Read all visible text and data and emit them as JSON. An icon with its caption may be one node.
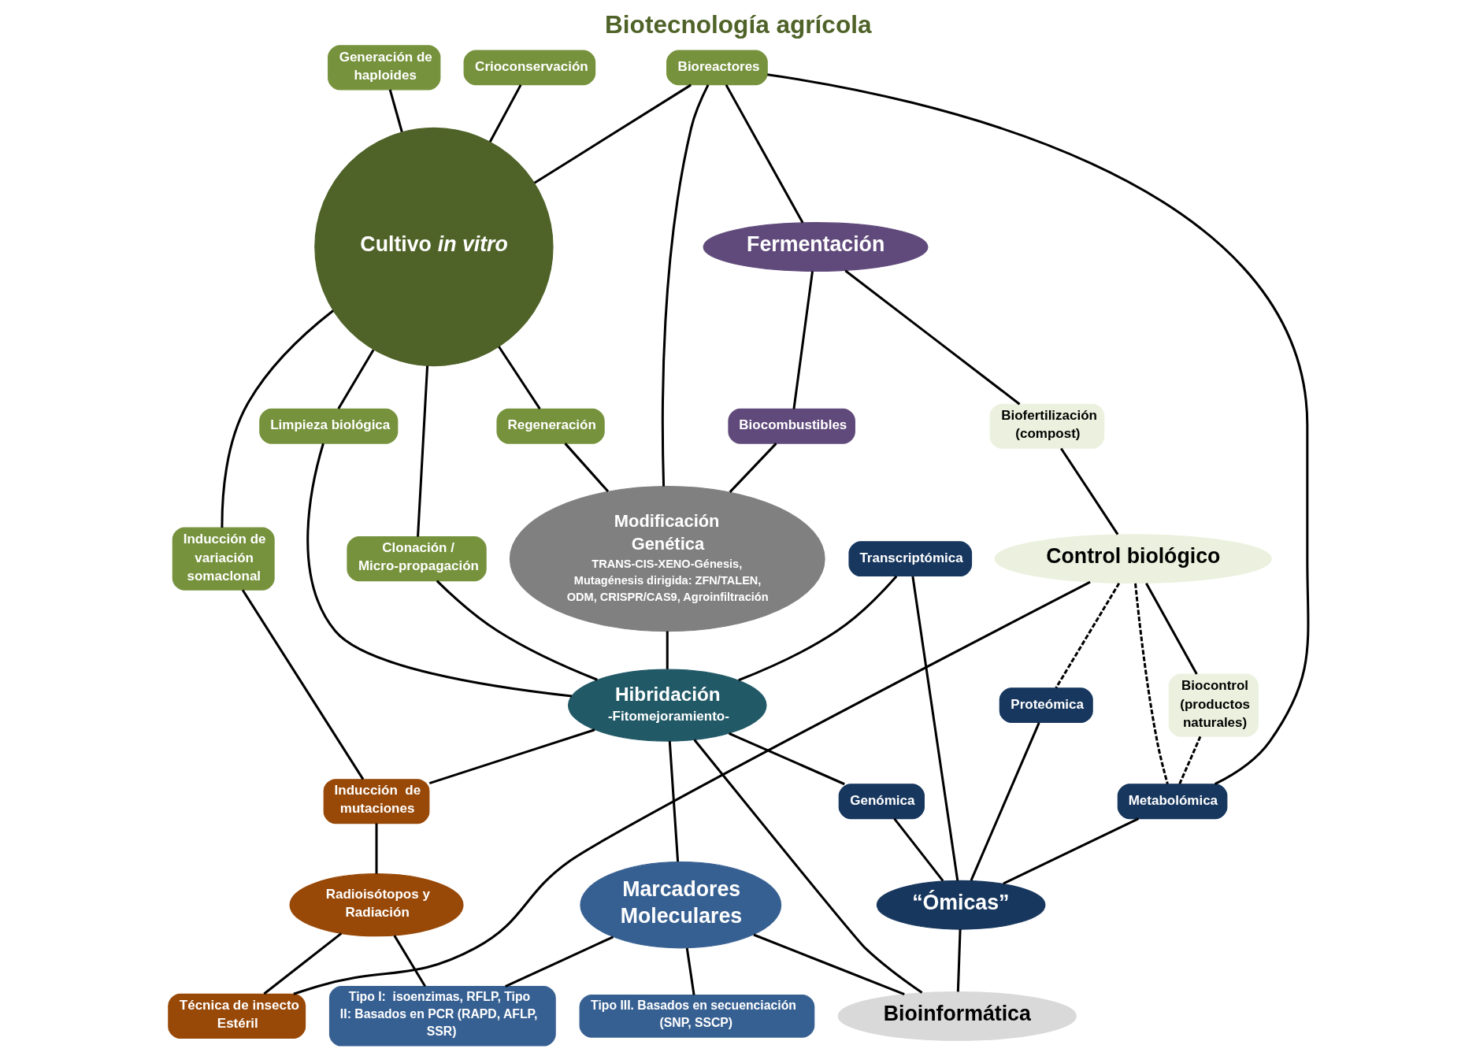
{
  "diagram": {
    "title": "Biotecnología agrícola",
    "nodes": [
      {
        "text": [
          "Crioconservación"
        ]
      },
      {
        "text": [
          "Bioreactores"
        ]
      },
      {
        "text": [
          "Fermentación"
        ]
      },
      {
        "text": [
          "Biofertilización (compost)"
        ]
      },
      {
        "text": [
          "Control biológico"
        ]
      },
      {
        "text": [
          "Generación de haploides"
        ]
      },
      {
        "text": [
          "Cultivo *in vitro*"
        ]
      },
      {
        "text": [
          "Regeneración"
        ]
      },
      {
        "text": [
          "Biocontrol (productos naturales)"
        ]
      },
      {
        "text": [
          "Biocombustibles"
        ]
      },
      {
        "text": [
          "Modificación Genética",
          "TRANS-CIS-XENO-Génesis, Mutagénesis dirigida: ZFN/TALEN, ODM, CRISPR/CAS9, Agroinfiltración"
        ]
      },
      {
        "text": [
          "Metabolómica"
        ]
      },
      {
        "text": [
          "Inducción de variación somaclonal"
        ]
      },
      {
        "text": [
          "Clonación / Micro-propagación"
        ]
      },
      {
        "text": [
          "Limpieza biológica"
        ]
      },
      {
        "text": [
          "Proteómica"
        ]
      },
      {
        "text": [
          "Transcriptómica"
        ]
      },
      {
        "text": [
          "Hibridación",
          "-Fitomejoramiento-"
        ]
      },
      {
        "text": [
          "Genómica"
        ]
      },
      {
        "text": [
          "“Ómicas”"
        ]
      },
      {
        "text": [
          "Inducción  de mutaciones"
        ]
      },
      {
        "text": [
          "Marcadores Moleculares"
        ]
      },
      {
        "text": [
          "Radioisótopos y Radiación"
        ]
      },
      {
        "text": [
          "Tipo I:  isoenzimas, RFLP, Tipo II: Basados en PCR (RAPD, AFLP, SSR)"
        ]
      },
      {
        "text": [
          "Bioinformática"
        ]
      },
      {
        "text": [
          "Tipo III. Basados en secuenciación (SNP, SSCP)"
        ]
      },
      {
        "text": [
          "Técnica de insecto Estéril"
        ]
      }
    ],
    "edges": [
      {
        "from": 0,
        "to": 6,
        "arrow": "none"
      },
      {
        "from": 1,
        "to": 6,
        "arrow": "none"
      },
      {
        "from": 5,
        "to": 6,
        "arrow": "none"
      },
      {
        "from": 6,
        "to": 7,
        "arrow": "none"
      },
      {
        "from": 6,
        "to": 12,
        "arrow": "none"
      },
      {
        "from": 6,
        "to": 13,
        "arrow": "none"
      },
      {
        "from": 6,
        "to": 14,
        "arrow": "none"
      },
      {
        "from": 1,
        "to": 2,
        "arrow": "none"
      },
      {
        "from": 1,
        "to": 10,
        "arrow": "none"
      },
      {
        "from": 1,
        "to": 11,
        "arrow": "none"
      },
      {
        "from": 2,
        "to": 3,
        "arrow": "none"
      },
      {
        "from": 3,
        "to": 4,
        "arrow": "none"
      },
      {
        "from": 2,
        "to": 9,
        "arrow": "none"
      },
      {
        "from": 9,
        "to": 10,
        "arrow": "none"
      },
      {
        "from": 7,
        "to": 10,
        "arrow": "none"
      },
      {
        "from": 4,
        "to": 8,
        "arrow": "none"
      },
      {
        "from": 8,
        "to": 11,
        "arrow": "none",
        "style": "dashed"
      },
      {
        "from": 4,
        "to": 11,
        "arrow": "none",
        "style": "dashed"
      },
      {
        "from": 4,
        "to": 15,
        "arrow": "none",
        "style": "dashed"
      },
      {
        "from": 4,
        "to": 26,
        "arrow": "none"
      },
      {
        "from": 10,
        "to": 17,
        "arrow": "none"
      },
      {
        "from": 13,
        "to": 17,
        "arrow": "none"
      },
      {
        "from": 14,
        "to": 17,
        "arrow": "none"
      },
      {
        "from": 11,
        "to": 19,
        "arrow": "none"
      },
      {
        "from": 16,
        "to": 17,
        "arrow": "none"
      },
      {
        "from": 16,
        "to": 19,
        "arrow": "none"
      },
      {
        "from": 17,
        "to": 18,
        "arrow": "none"
      },
      {
        "from": 18,
        "to": 19,
        "arrow": "none"
      },
      {
        "from": 15,
        "to": 19,
        "arrow": "none"
      },
      {
        "from": 17,
        "to": 20,
        "arrow": "none"
      },
      {
        "from": 17,
        "to": 21,
        "arrow": "none"
      },
      {
        "from": 17,
        "to": 24,
        "arrow": "none"
      },
      {
        "from": 12,
        "to": 20,
        "arrow": "none"
      },
      {
        "from": 20,
        "to": 22,
        "arrow": "none"
      },
      {
        "from": 22,
        "to": 26,
        "arrow": "none"
      },
      {
        "from": 22,
        "to": 23,
        "arrow": "none"
      },
      {
        "from": 21,
        "to": 23,
        "arrow": "none"
      },
      {
        "from": 21,
        "to": 25,
        "arrow": "none"
      },
      {
        "from": 21,
        "to": 24,
        "arrow": "none"
      },
      {
        "from": 19,
        "to": 24,
        "arrow": "none"
      }
    ]
  }
}
